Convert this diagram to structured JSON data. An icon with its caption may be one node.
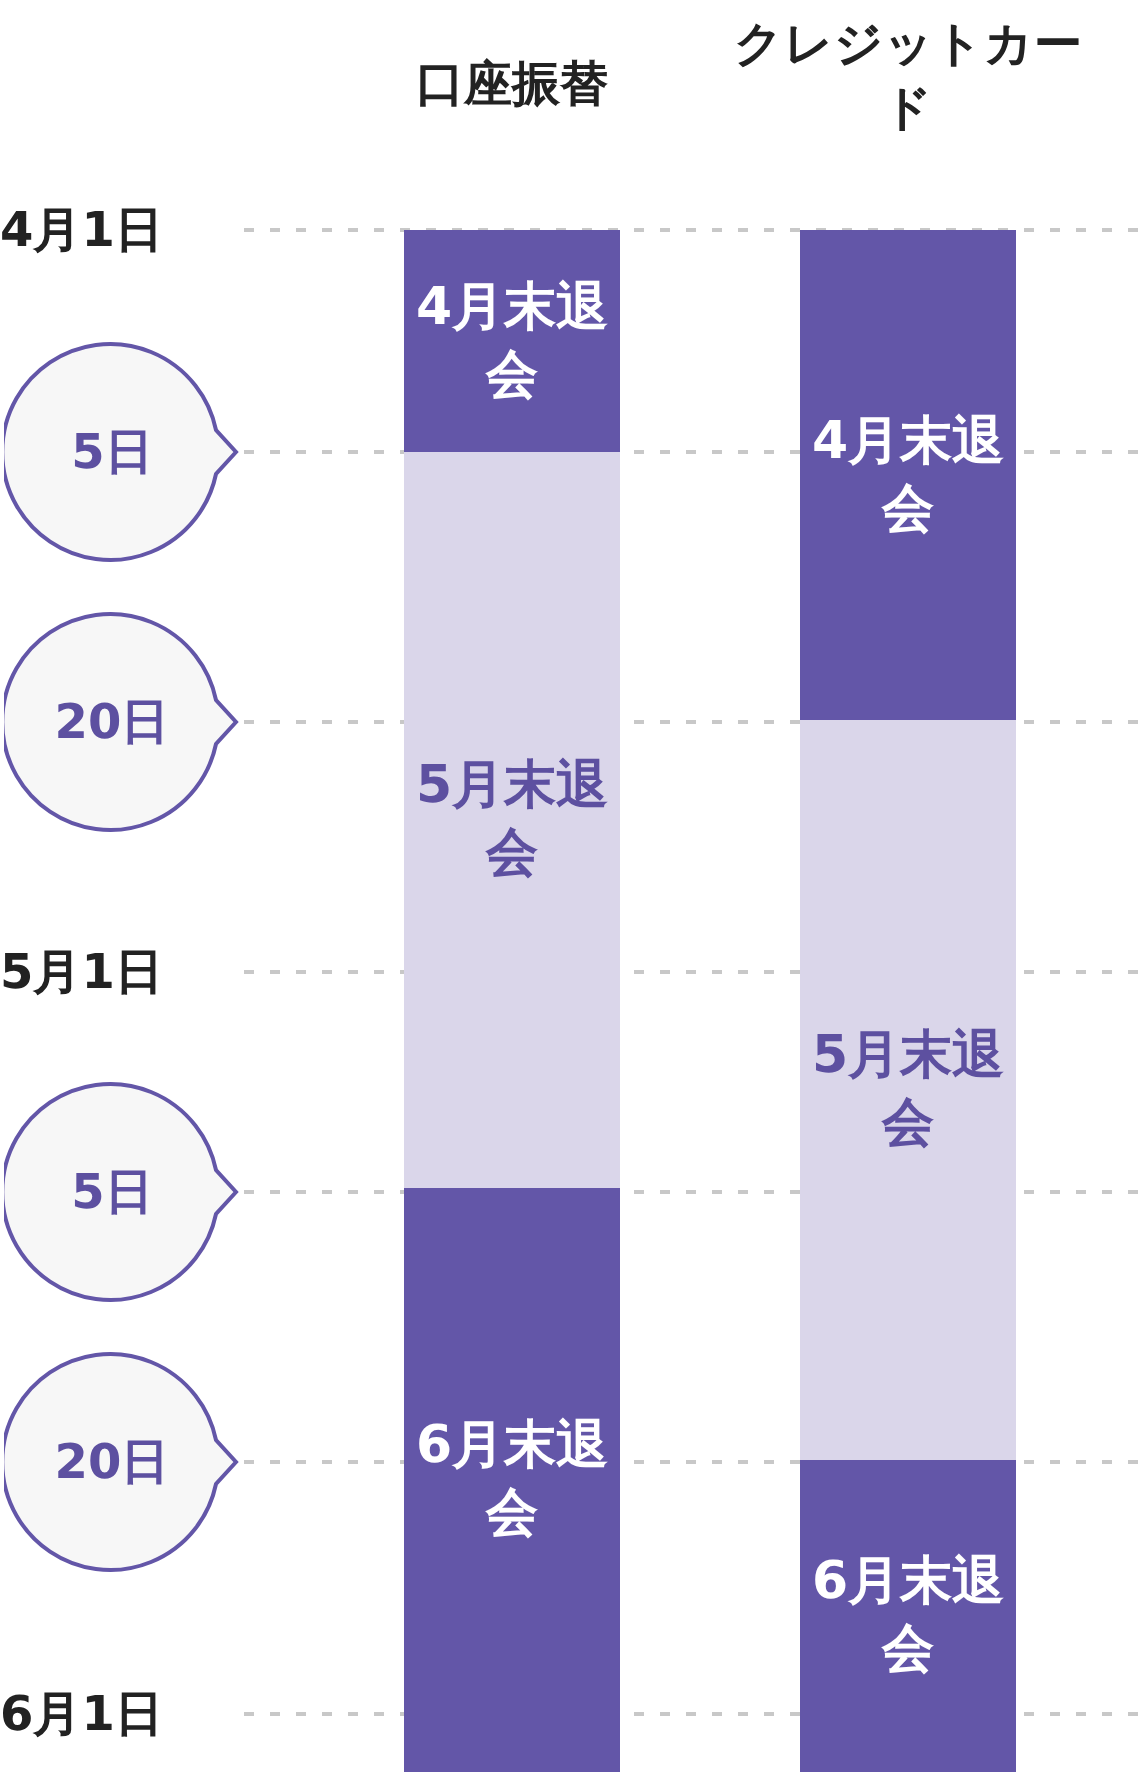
{
  "diagram": {
    "nodes": [
      {
        "text": [
          "5日"
        ]
      },
      {
        "text": [
          "20日"
        ]
      },
      {
        "text": [
          "5日"
        ]
      },
      {
        "text": [
          "20日"
        ]
      },
      {
        "text": [
          "4月末退会"
        ]
      },
      {
        "text": [
          "5月末退会"
        ]
      },
      {
        "text": [
          "6月末退会"
        ]
      },
      {
        "text": [
          "4月末退会"
        ]
      },
      {
        "text": [
          "5月末退会"
        ]
      },
      {
        "text": [
          "6月末退会"
        ]
      }
    ],
    "labels": [
      "口座振替",
      "クレジットカード",
      "4月1日",
      "5月1日",
      "6月1日"
    ]
  }
}
